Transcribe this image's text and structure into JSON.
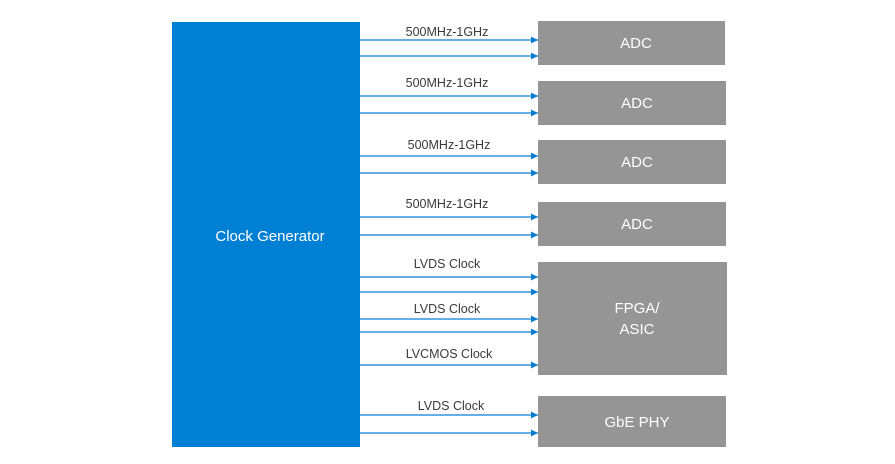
{
  "diagram": {
    "source_block": {
      "label": "Clock Generator",
      "color": "#0080d4"
    },
    "target_color": "#959595",
    "arrow_color": "#0a7fd0",
    "targets": [
      {
        "label_lines": [
          "ADC"
        ]
      },
      {
        "label_lines": [
          "ADC"
        ]
      },
      {
        "label_lines": [
          "ADC"
        ]
      },
      {
        "label_lines": [
          "ADC"
        ]
      },
      {
        "label_lines": [
          "FPGA/",
          "ASIC"
        ]
      },
      {
        "label_lines": [
          "GbE PHY"
        ]
      }
    ],
    "signals": [
      {
        "label": "500MHz-1GHz",
        "target": 0
      },
      {
        "label": "500MHz-1GHz",
        "target": 1
      },
      {
        "label": "500MHz-1GHz",
        "target": 2
      },
      {
        "label": "500MHz-1GHz",
        "target": 3
      },
      {
        "label": "LVDS Clock",
        "target": 4
      },
      {
        "label": "LVDS Clock",
        "target": 4
      },
      {
        "label": "LVCMOS Clock",
        "target": 4
      },
      {
        "label": "LVDS Clock",
        "target": 5
      }
    ]
  }
}
